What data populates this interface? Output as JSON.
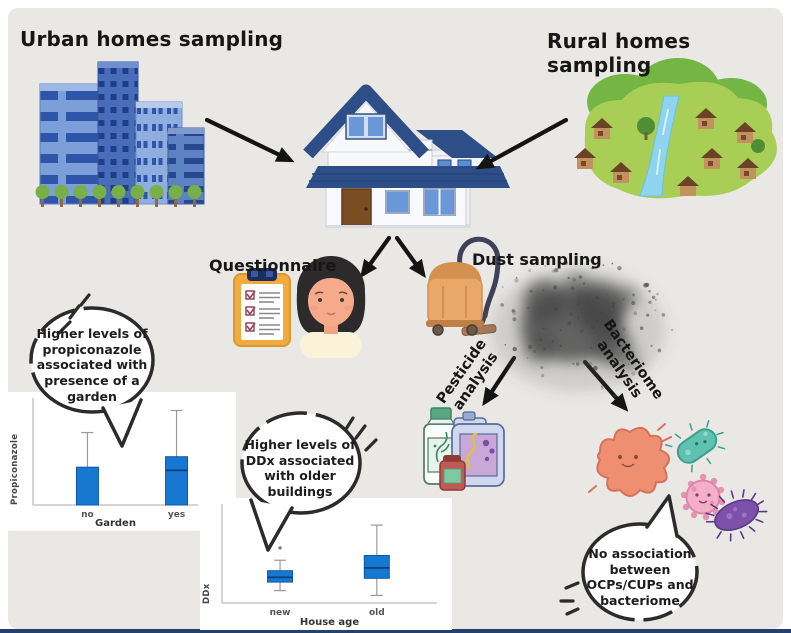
{
  "headings": {
    "urban": "Urban homes sampling",
    "rural": "Rural homes sampling"
  },
  "steps": {
    "questionnaire": "Questionnaire",
    "dust_sampling": "Dust sampling",
    "pesticide_analysis": "Pesticide analysis",
    "bacteriome_analysis": "Bacteriome analysis"
  },
  "findings": [
    {
      "id": "propiconazole",
      "text": "Higher levels of propiconazole associated with presence of a garden"
    },
    {
      "id": "ddx",
      "text": "Higher levels of DDx associated with older buildings"
    },
    {
      "id": "bacteriome",
      "text": "No association between OCPs/CUPs and bacteriome"
    }
  ],
  "colors": {
    "canvas_bg": "#e9e8e5",
    "box_blue": "#1778d2",
    "roof_navy": "#2e4e88",
    "bubble_stroke": "#2b2b2b",
    "footer_bar": "#24406e"
  },
  "chart_data": [
    {
      "type": "box",
      "title": "",
      "ylabel": "Propiconazole",
      "xlabel": "Garden",
      "categories": [
        "no",
        "yes"
      ],
      "units": "relative scale 0-100 (no numeric axis ticks shown)",
      "ylim": [
        0,
        100
      ],
      "grid": false,
      "boxes": [
        {
          "category": "no",
          "whisker_low": 0,
          "q1": 0,
          "median": null,
          "q3": 36,
          "whisker_high": 69,
          "outliers": []
        },
        {
          "category": "yes",
          "whisker_low": 0,
          "q1": 0,
          "median": 33,
          "q3": 46,
          "whisker_high": 90,
          "outliers": []
        }
      ],
      "style": {
        "box_color": "#1778d2"
      }
    },
    {
      "type": "box",
      "title": "",
      "ylabel": "DDx",
      "xlabel": "House age",
      "categories": [
        "new",
        "old"
      ],
      "units": "relative scale 0-100 (no numeric axis ticks shown)",
      "ylim": [
        0,
        100
      ],
      "grid": false,
      "boxes": [
        {
          "category": "new",
          "whisker_low": 13,
          "q1": 22,
          "median": 27,
          "q3": 34,
          "whisker_high": 45,
          "outliers": [
            58
          ]
        },
        {
          "category": "old",
          "whisker_low": 8,
          "q1": 26,
          "median": 37,
          "q3": 50,
          "whisker_high": 82,
          "outliers": []
        }
      ],
      "style": {
        "box_color": "#1778d2"
      }
    }
  ]
}
